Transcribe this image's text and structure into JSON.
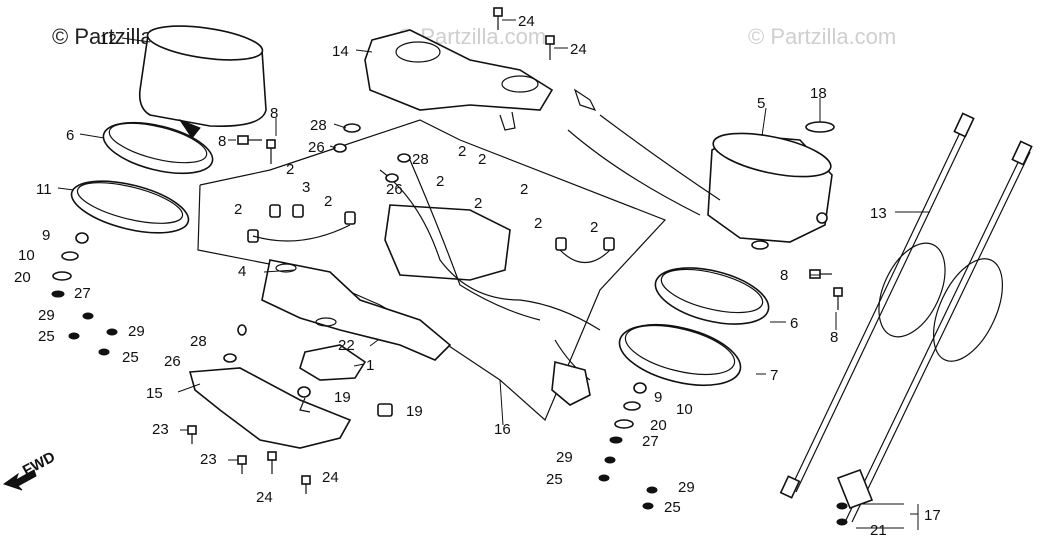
{
  "watermarks": {
    "top_left": "© Partzilla.com",
    "top_center": "© Partzilla.com",
    "top_right": "© Partzilla.com"
  },
  "direction_marker": "FWD",
  "callouts": {
    "c_12": "12",
    "c_14": "14",
    "c_24a": "24",
    "c_24b": "24",
    "c_5": "5",
    "c_18": "18",
    "c_6a": "6",
    "c_8a": "8",
    "c_8b": "8",
    "c_28a": "28",
    "c_26a": "26",
    "c_11": "11",
    "c_2a": "2",
    "c_3": "3",
    "c_2b": "2",
    "c_2c": "2",
    "c_28b": "28",
    "c_26b": "26",
    "c_2d": "2",
    "c_2e": "2",
    "c_2f": "2",
    "c_2g": "2",
    "c_2h": "2",
    "c_2i": "2",
    "c_2j": "2",
    "c_9a": "9",
    "c_10a": "10",
    "c_20a": "20",
    "c_27a": "27",
    "c_4": "4",
    "c_29a": "29",
    "c_29b": "29",
    "c_25a": "25",
    "c_25b": "25",
    "c_28c": "28",
    "c_22": "22",
    "c_1": "1",
    "c_26c": "26",
    "c_15": "15",
    "c_19a": "19",
    "c_19b": "19",
    "c_23a": "23",
    "c_23b": "23",
    "c_24c": "24",
    "c_24d": "24",
    "c_16": "16",
    "c_13": "13",
    "c_8c": "8",
    "c_8d": "8",
    "c_6b": "6",
    "c_7": "7",
    "c_9b": "9",
    "c_10b": "10",
    "c_20b": "20",
    "c_27b": "27",
    "c_29c": "29",
    "c_25c": "25",
    "c_29d": "29",
    "c_25d": "25",
    "c_17": "17",
    "c_21": "21"
  }
}
